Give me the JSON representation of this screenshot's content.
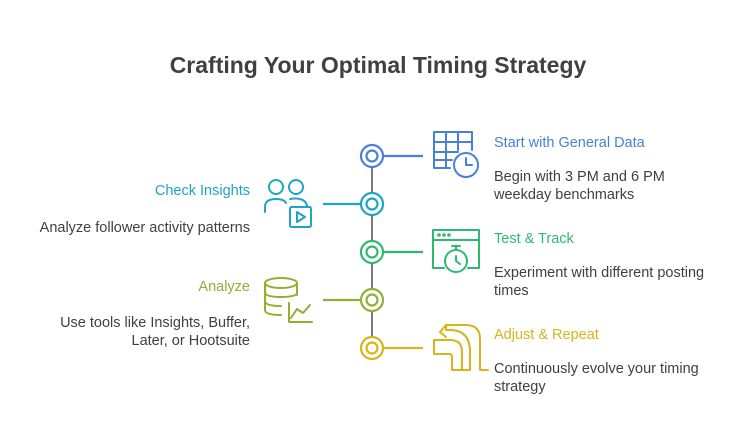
{
  "title": "Crafting Your Optimal Timing Strategy",
  "colors": {
    "step1": "#4a7fd9",
    "step2": "#1ea5c4",
    "step3": "#2fb873",
    "step4": "#8fb032",
    "step5": "#d6b51b",
    "spine": "#7a7a7a"
  },
  "steps": [
    {
      "heading": "Start with General Data",
      "description": "Begin with 3 PM and 6 PM weekday benchmarks",
      "icon": "calendar-clock-icon"
    },
    {
      "heading": "Check Insights",
      "description": "Analyze follower activity patterns",
      "icon": "users-video-icon"
    },
    {
      "heading": "Test & Track",
      "description": "Experiment with different posting times",
      "icon": "browser-stopwatch-icon"
    },
    {
      "heading": "Analyze",
      "description": "Use tools like Insights, Buffer, Later, or Hootsuite",
      "icon": "database-chart-icon"
    },
    {
      "heading": "Adjust & Repeat",
      "description": "Continuously evolve your timing strategy",
      "icon": "pipe-arrow-icon"
    }
  ]
}
